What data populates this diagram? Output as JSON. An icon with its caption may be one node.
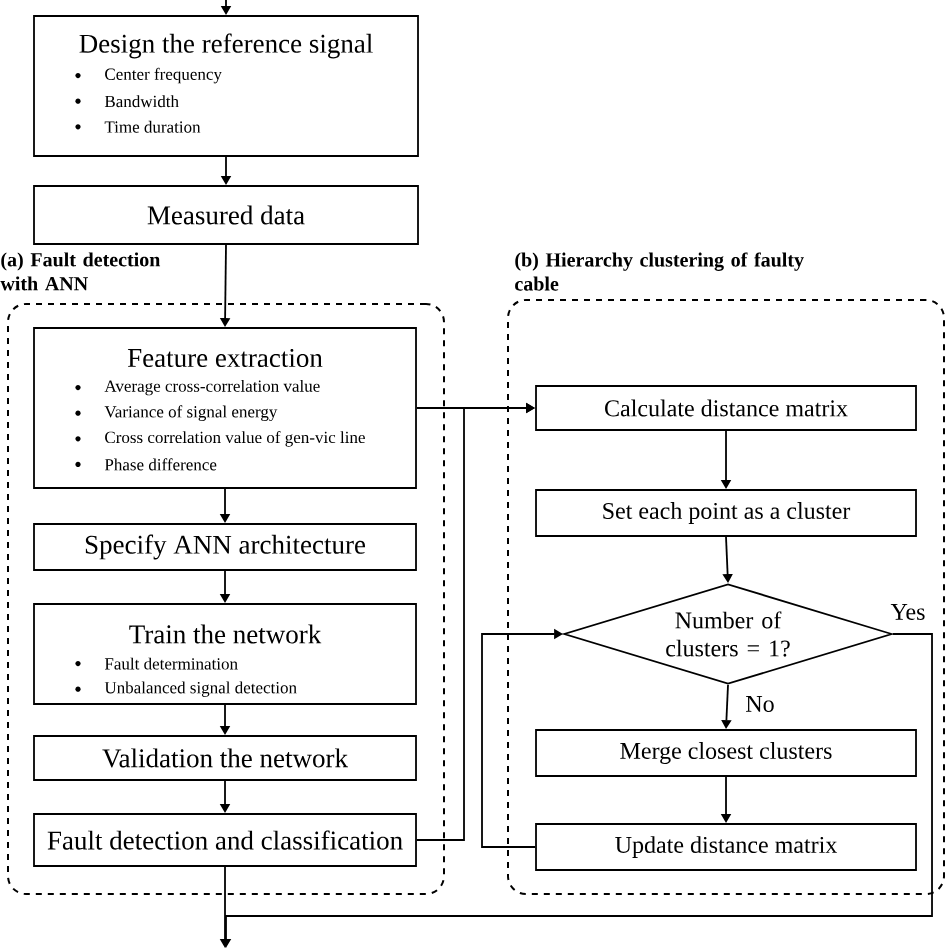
{
  "diagram": {
    "nodes": [
      {
        "text": [
          "Design the reference signal",
          "Center frequency",
          "Bandwidth",
          "Time duration"
        ]
      },
      {
        "text": [
          "Measured data"
        ]
      },
      {
        "text": [
          "(a) Fault detection with ANN"
        ]
      },
      {
        "text": [
          "Feature extraction",
          "Average cross-correlation value",
          "Variance of signal energy",
          "Cross correlation value of gen-vic line",
          "Phase difference"
        ],
        "in": 2
      },
      {
        "text": [
          "Specify ANN architecture"
        ],
        "in": 2
      },
      {
        "text": [
          "Train the network",
          "Fault determination",
          "Unbalanced signal detection"
        ],
        "in": 2
      },
      {
        "text": [
          "Validation the network"
        ],
        "in": 2
      },
      {
        "text": [
          "Fault detection and classification"
        ],
        "in": 2
      },
      {
        "text": [
          "(b) Hierarchy clustering of faulty cable"
        ]
      },
      {
        "text": [
          "Calculate distance matrix"
        ],
        "in": 8
      },
      {
        "text": [
          "Set each point as a cluster"
        ],
        "in": 8
      },
      {
        "text": [
          "Number of clusters = 1?"
        ],
        "in": 8
      },
      {
        "text": [
          "Merge closest clusters"
        ],
        "in": 8
      },
      {
        "text": [
          "Update distance matrix"
        ],
        "in": 8
      }
    ],
    "edges": [
      {
        "from": null,
        "to": 0,
        "arrow": "to"
      },
      {
        "from": 0,
        "to": 1,
        "arrow": "to"
      },
      {
        "from": 1,
        "to": 3,
        "arrow": "to"
      },
      {
        "from": 3,
        "to": 4,
        "arrow": "to"
      },
      {
        "from": 4,
        "to": 5,
        "arrow": "to"
      },
      {
        "from": 5,
        "to": 6,
        "arrow": "to"
      },
      {
        "from": 6,
        "to": 7,
        "arrow": "to"
      },
      {
        "from": 3,
        "to": 9,
        "arrow": "to"
      },
      {
        "from": 7,
        "to": 9,
        "arrow": "to"
      },
      {
        "from": 9,
        "to": 10,
        "arrow": "to"
      },
      {
        "from": 10,
        "to": 11,
        "arrow": "to"
      },
      {
        "from": 11,
        "to": 12,
        "label": "No",
        "arrow": "to"
      },
      {
        "from": 12,
        "to": 13,
        "arrow": "to"
      },
      {
        "from": 13,
        "to": 11,
        "arrow": "to"
      },
      {
        "from": 7,
        "to": null,
        "arrow": "to"
      },
      {
        "from": 11,
        "to": null,
        "label": "Yes",
        "arrow": "to"
      }
    ]
  }
}
